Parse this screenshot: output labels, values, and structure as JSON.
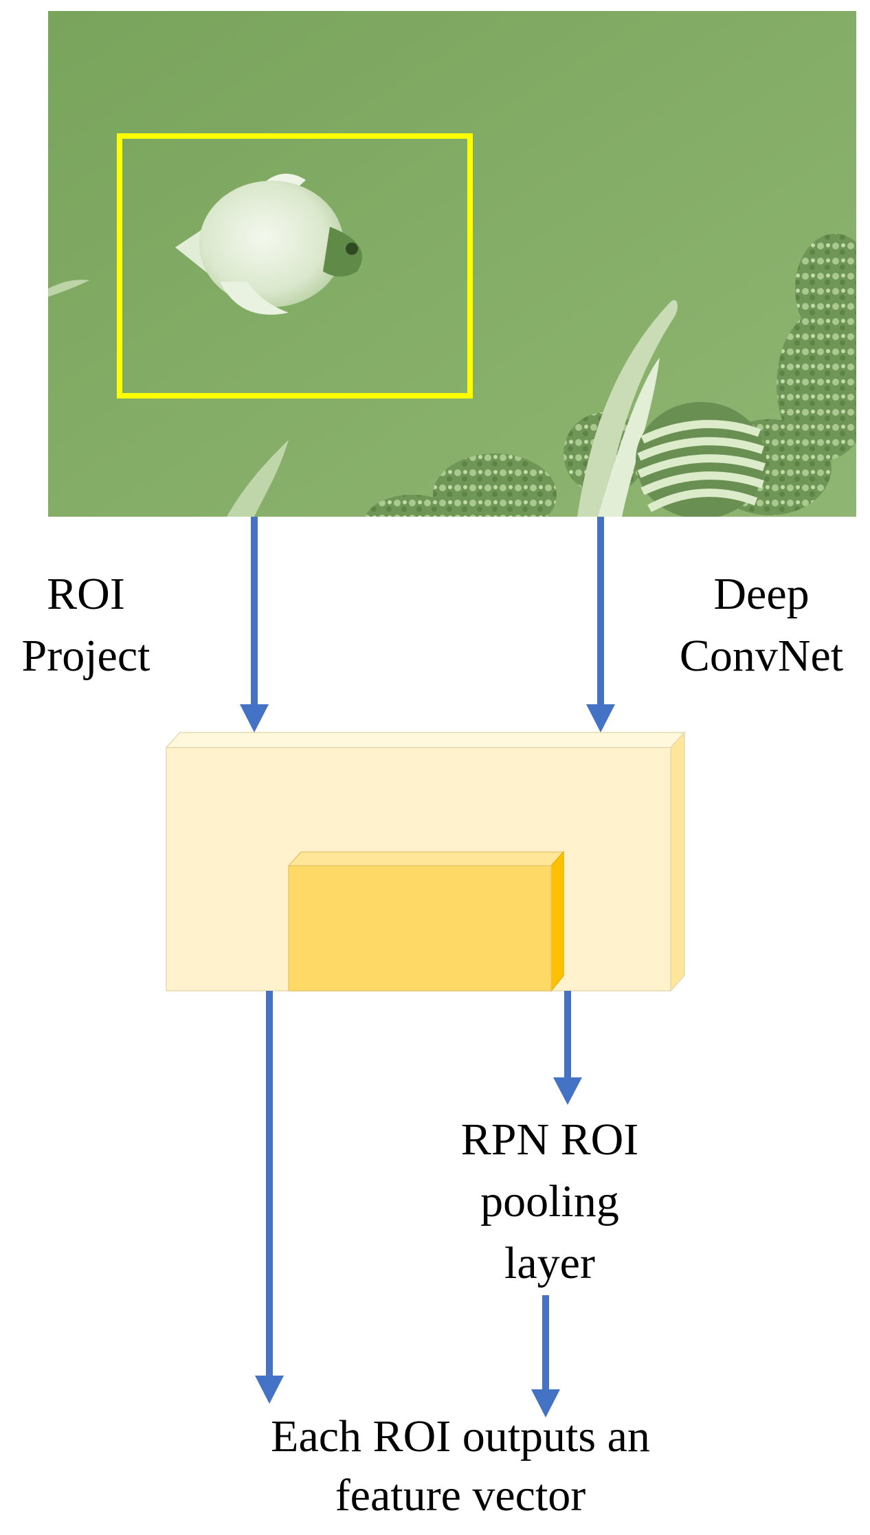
{
  "colors": {
    "photo_background": "#84ad67",
    "roi_box": "#ffff00",
    "arrow": "#4472c4",
    "feature_map_front": "#fff2cc",
    "feature_map_top": "#fff8dd",
    "feature_map_side": "#ffe699",
    "roi_block_front": "#ffd966",
    "roi_block_top": "#ffe699",
    "roi_block_side": "#ffc000"
  },
  "icons": {
    "photo": "underwater-fish-photo",
    "roi_box": "yellow-bounding-box",
    "feature_map": "3d-feature-map-block",
    "roi_block": "3d-roi-region-block"
  },
  "labels": {
    "roi_project_line1": "ROI",
    "roi_project_line2": "Project",
    "deep_convnet_line1": "Deep",
    "deep_convnet_line2": "ConvNet",
    "rpn_line1": "RPN ROI",
    "rpn_line2": "pooling",
    "rpn_line3": "layer",
    "output_line1": "Each ROI outputs an",
    "output_line2": "feature vector"
  }
}
